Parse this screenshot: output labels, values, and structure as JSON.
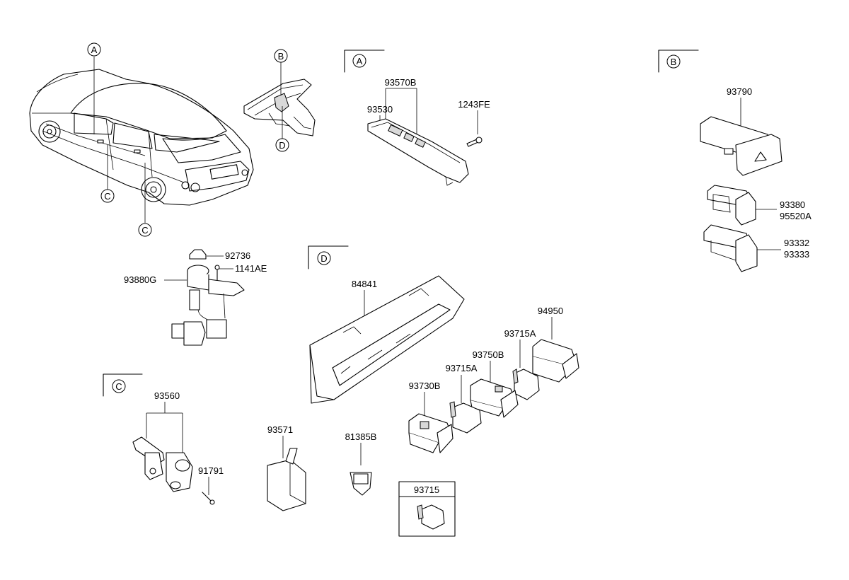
{
  "callouts": {
    "car_A": "A",
    "car_C1": "C",
    "car_C2": "C",
    "dash_B": "B",
    "dash_D": "D"
  },
  "sections": {
    "A": {
      "marker": "A",
      "parts": {
        "p93570B": "93570B",
        "p93530": "93530",
        "p1243FE": "1243FE"
      }
    },
    "B": {
      "marker": "B",
      "parts": {
        "p93790": "93790",
        "p93380": "93380",
        "p95520A": "95520A",
        "p93332": "93332",
        "p93333": "93333"
      }
    },
    "C": {
      "marker": "C",
      "parts": {
        "p93560": "93560",
        "p91791": "91791"
      }
    },
    "D": {
      "marker": "D",
      "parts": {
        "p84841": "84841",
        "p94950": "94950",
        "p93715A_1": "93715A",
        "p93750B": "93750B",
        "p93715A_2": "93715A",
        "p93730B": "93730B",
        "p93715_box": "93715"
      }
    }
  },
  "misc_parts": {
    "p92736": "92736",
    "p1141AE": "1141AE",
    "p93880G": "93880G",
    "p93571": "93571",
    "p81385B": "81385B"
  }
}
